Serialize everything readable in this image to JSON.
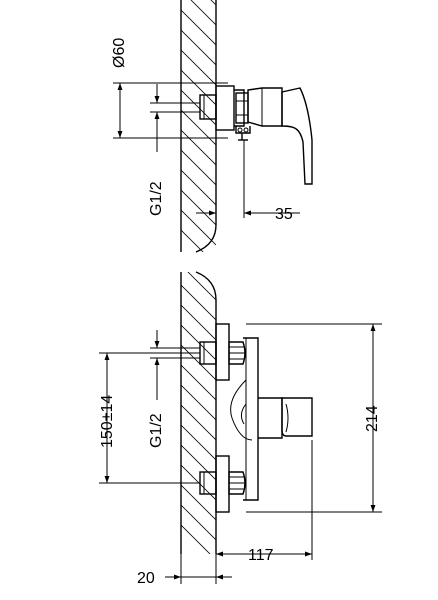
{
  "top_view": {
    "dim_diameter": "Ø60",
    "dim_thread": "G1/2",
    "dim_depth": "35"
  },
  "front_view": {
    "dim_spacing": "150±14",
    "dim_thread": "G1/2",
    "dim_height": "214",
    "dim_projection": "117",
    "dim_wall_offset": "20"
  }
}
